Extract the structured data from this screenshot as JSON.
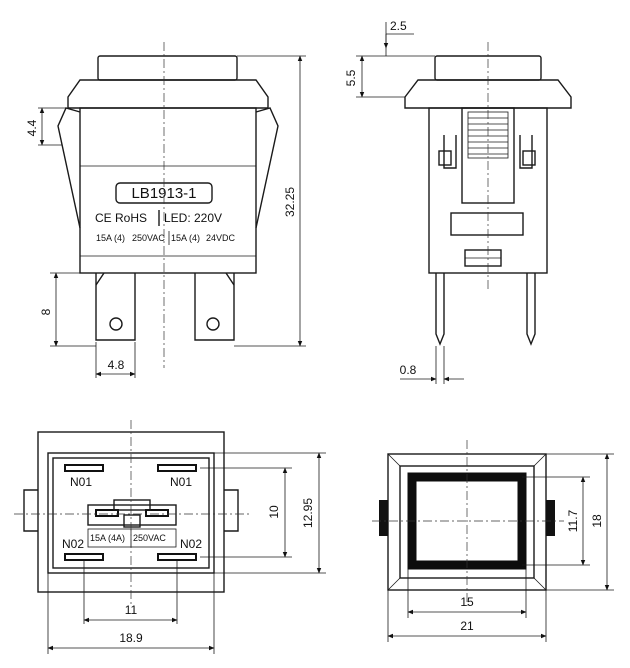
{
  "labels": {
    "model": "LB1913-1",
    "certification": "CE RoHS",
    "led": "LED: 220V",
    "rating_left": "15A (4)",
    "rating_left_voltage": "250VAC",
    "rating_right": "15A (4)",
    "rating_right_voltage": "24VDC",
    "no1_left": "N01",
    "no1_right": "N01",
    "no2_left": "N02",
    "no2_right": "N02",
    "rear_rating_current": "15A (4A)",
    "rear_rating_voltage": "250VAC"
  },
  "dimensions": {
    "cap_offset": "2.5",
    "cap_height": "5.5",
    "clip_height": "4.4",
    "total_height": "32.25",
    "terminal_length": "8",
    "terminal_width": "4.8",
    "pin_width": "0.8",
    "terminal_spacing_h": "11",
    "body_width_rear": "18.9",
    "terminal_spacing_v": "10",
    "body_height_rear": "12.95",
    "window_width": "15",
    "front_width": "21",
    "window_height": "11.7",
    "front_height": "18"
  }
}
